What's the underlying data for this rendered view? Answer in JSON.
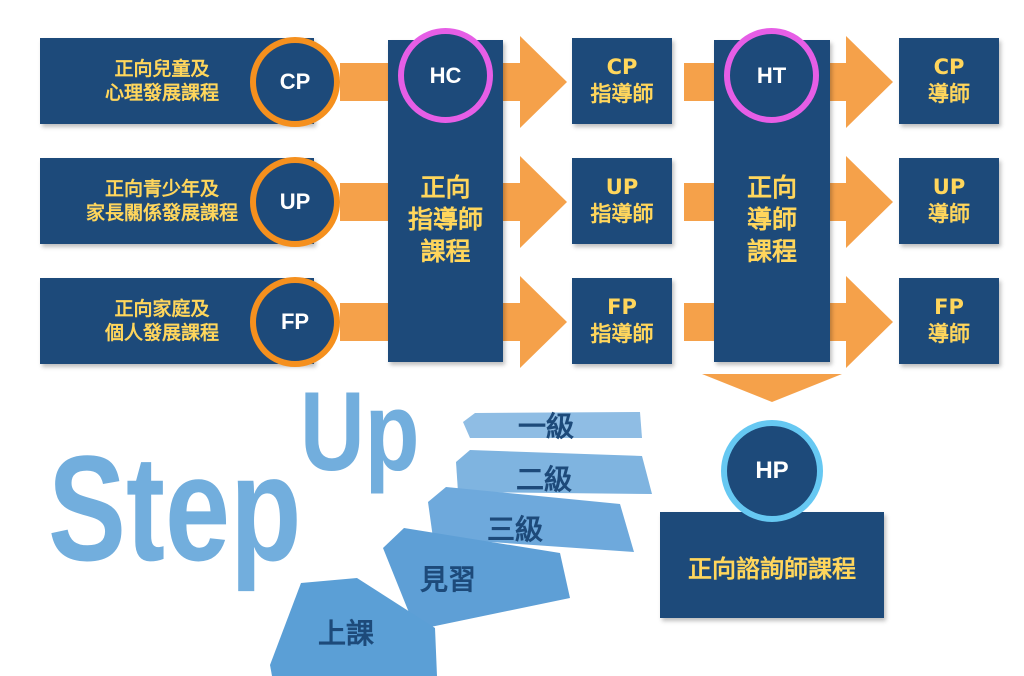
{
  "courses": [
    {
      "label": "正向兒童及\n心理發展課程",
      "badge": "CP"
    },
    {
      "label": "正向青少年及\n家長關係發展課程",
      "badge": "UP"
    },
    {
      "label": "正向家庭及\n個人發展課程",
      "badge": "FP"
    }
  ],
  "hc": {
    "badge": "HC",
    "label": "正向\n指導師\n課程"
  },
  "ht": {
    "badge": "HT",
    "label": "正向\n導師\n課程"
  },
  "instructors": [
    "CP\n指導師",
    "UP\n指導師",
    "FP\n指導師"
  ],
  "tutors": [
    "CP\n導師",
    "UP\n導師",
    "FP\n導師"
  ],
  "hp": {
    "badge": "HP",
    "label": "正向諮詢師課程"
  },
  "stepup": {
    "word_step": "Step",
    "word_up": "Up",
    "levels": [
      "一級",
      "二級",
      "三級",
      "見習",
      "上課"
    ]
  },
  "colors": {
    "box_fill": "#1d4a7a",
    "box_text": "#ffd65c",
    "arrow": "#f5a14a",
    "ring_orange": "#f5901e",
    "ring_pink": "#e65ee6",
    "ring_blue": "#66c8f2",
    "step_blue": "#5b9fd6"
  }
}
